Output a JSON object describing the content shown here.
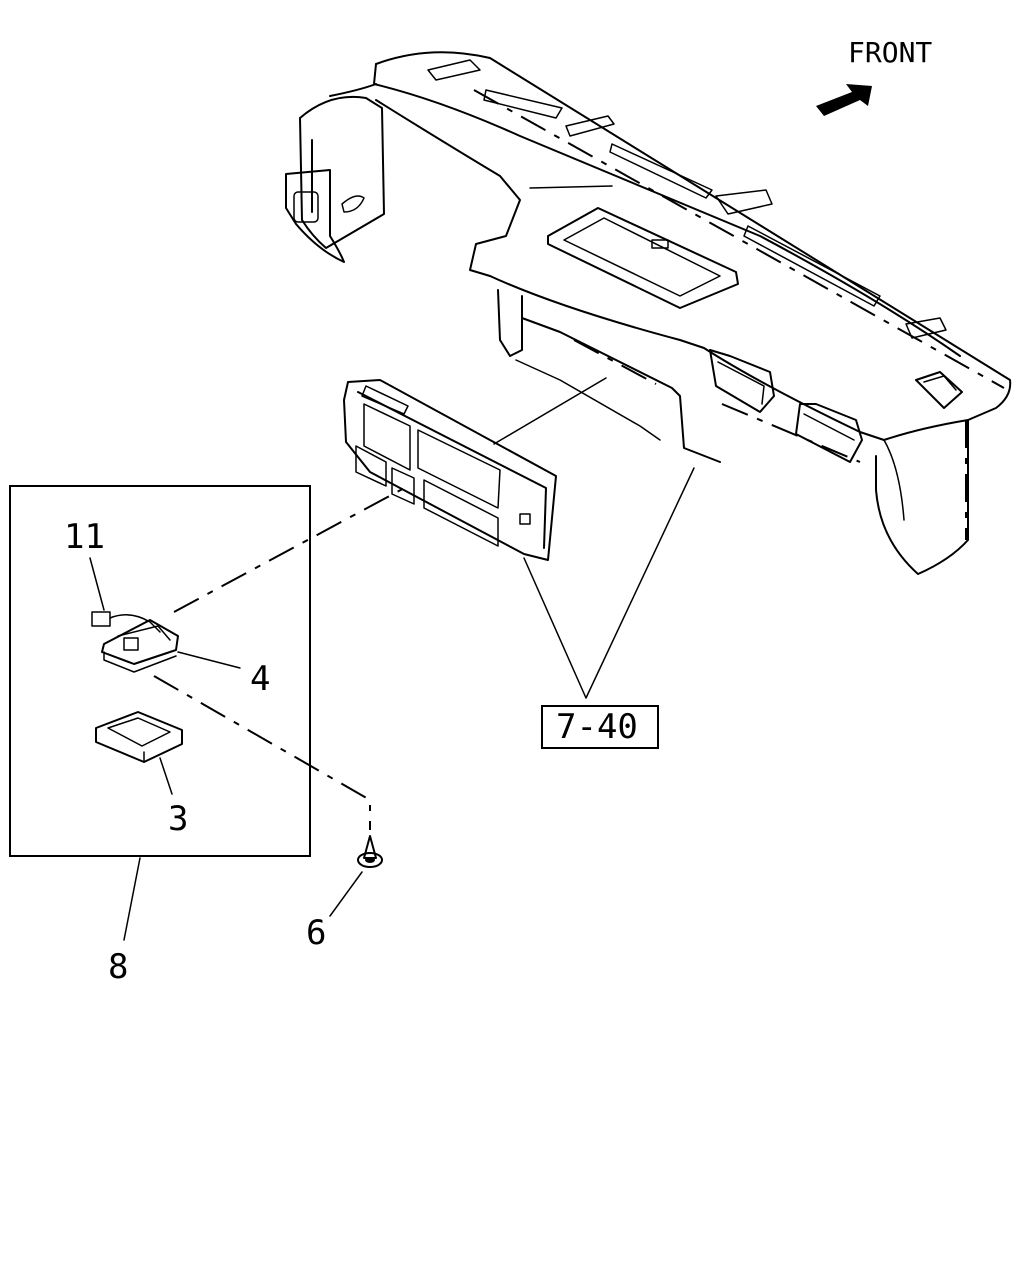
{
  "direction_label": "FRONT",
  "callouts": {
    "switch_harness": "11",
    "lamp_bracket": "4",
    "tray": "3",
    "screw": "6",
    "assembly": "8",
    "reference": "7-40"
  }
}
